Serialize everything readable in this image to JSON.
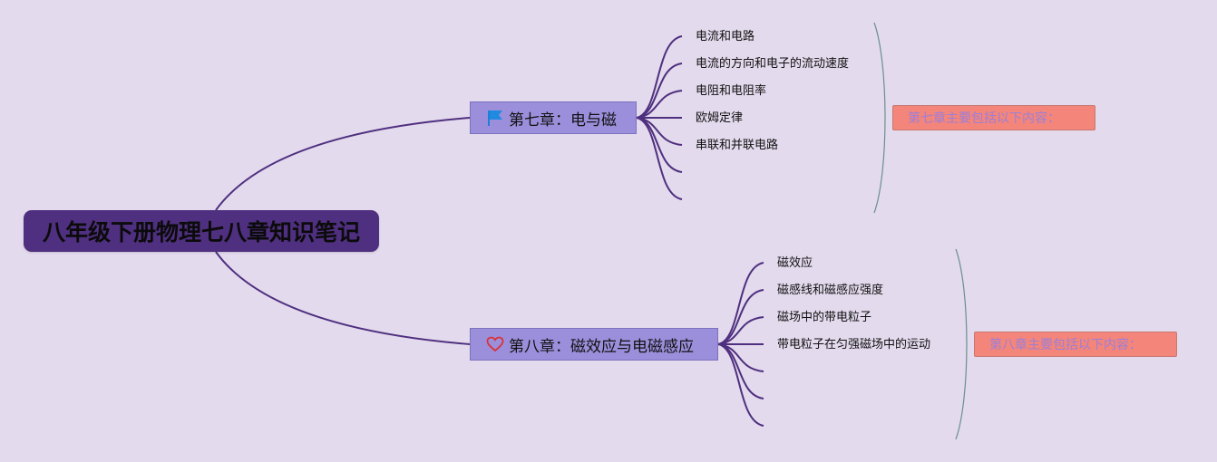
{
  "root": {
    "title": "八年级下册物理七八章知识笔记"
  },
  "colors": {
    "background": "#e3daed",
    "root_fill": "#4f2f7f",
    "topic_fill": "#9b8fdb",
    "connector": "#4f2f7f",
    "summary_fill": "#f4857a",
    "summary_text": "#9b7fd9",
    "brace": "#6b8f8f"
  },
  "chapters": [
    {
      "label": "第七章：电与磁",
      "icon": "flag-icon",
      "items": [
        "电流和电路",
        "电流的方向和电子的流动速度",
        "电阻和电阻率",
        "欧姆定律",
        "串联和并联电路",
        "",
        ""
      ],
      "summary": "第七章主要包括以下内容："
    },
    {
      "label": "第八章：磁效应与电磁感应",
      "icon": "heart-icon",
      "items": [
        "磁效应",
        "磁感线和磁感应强度",
        "磁场中的带电粒子",
        "带电粒子在匀强磁场中的运动",
        "",
        "",
        ""
      ],
      "summary": "第八章主要包括以下内容："
    }
  ]
}
